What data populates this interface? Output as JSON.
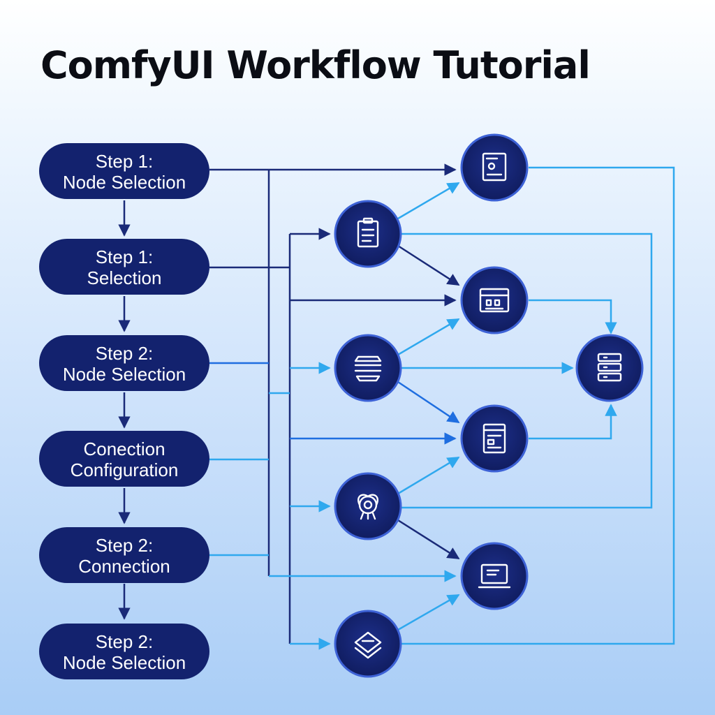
{
  "title": "ComfyUI Workflow Tutorial",
  "colors": {
    "node_fill": "#13226e",
    "node_ring": "#3d62d6",
    "dark_arrow": "#1a2a78",
    "light_line": "#2fa8ee",
    "mid_line": "#1f6ee0"
  },
  "steps": [
    {
      "line1": "Step 1:",
      "line2": "Node Selection"
    },
    {
      "line1": "Step 1:",
      "line2": "Selection"
    },
    {
      "line1": "Step 2:",
      "line2": "Node Selection"
    },
    {
      "line1": "Conection",
      "line2": "Configuration"
    },
    {
      "line1": "Step 2:",
      "line2": "Connection"
    },
    {
      "line1": "Step 2:",
      "line2": "Node Selection"
    }
  ],
  "nodes": [
    {
      "id": "n1",
      "icon": "image-panel-icon"
    },
    {
      "id": "n2",
      "icon": "clipboard-icon"
    },
    {
      "id": "n3",
      "icon": "window-icon"
    },
    {
      "id": "n4",
      "icon": "stack-icon"
    },
    {
      "id": "n5",
      "icon": "document-icon"
    },
    {
      "id": "n6",
      "icon": "model-icon"
    },
    {
      "id": "n7",
      "icon": "monitor-icon"
    },
    {
      "id": "n8",
      "icon": "layers-icon"
    },
    {
      "id": "n9",
      "icon": "database-icon"
    }
  ]
}
